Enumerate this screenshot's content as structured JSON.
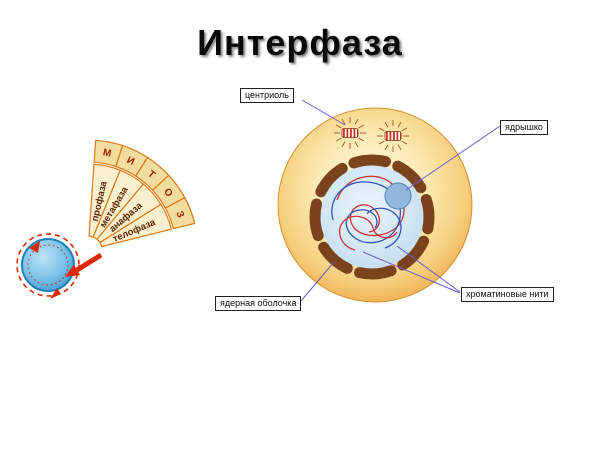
{
  "slide": {
    "title": "Интерфаза"
  },
  "cycle_diagram": {
    "phases": [
      "профаза",
      "метафаза",
      "анафаза",
      "телофаза"
    ],
    "arc_letters": [
      "М",
      "И",
      "Т",
      "О",
      "З"
    ]
  },
  "cell_diagram": {
    "labels": {
      "centriole": "центриоль",
      "nucleolus": "ядрышко",
      "nuclear_envelope": "ядерная оболочка",
      "chromatin_threads": "хроматиновые нити"
    },
    "colors": {
      "cytoplasm_edge": "#eda94a",
      "cytoplasm_center": "#fdf8e0",
      "nucleus": "#c9e0f2",
      "nuclear_envelope": "#7a431c",
      "chromatin_red": "#cc3333",
      "chromatin_blue": "#3355bb",
      "callout_line": "#6a5acd"
    }
  }
}
